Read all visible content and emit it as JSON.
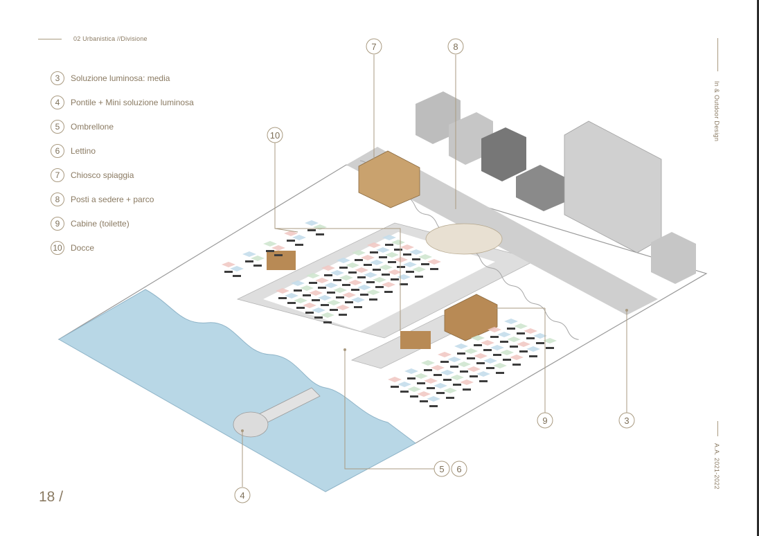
{
  "header": {
    "section_text": "02 Urbanistica //Divisione"
  },
  "legend": [
    {
      "num": "3",
      "label": "Soluzione luminosa: media"
    },
    {
      "num": "4",
      "label": "Pontile + Mini soluzione luminosa"
    },
    {
      "num": "5",
      "label": "Ombrellone"
    },
    {
      "num": "6",
      "label": "Lettino"
    },
    {
      "num": "7",
      "label": "Chiosco spiaggia"
    },
    {
      "num": "8",
      "label": "Posti a sedere + parco"
    },
    {
      "num": "9",
      "label": "Cabine (toilette)"
    },
    {
      "num": "10",
      "label": "Docce"
    }
  ],
  "callouts": {
    "c7": "7",
    "c8": "8",
    "c10": "10",
    "c9": "9",
    "c3": "3",
    "c4": "4",
    "c5": "5",
    "c6": "6"
  },
  "sidebar": {
    "top_label": "In & Outdoor Design",
    "bottom_label": "A.A. 2021-2022"
  },
  "footer": {
    "page_number": "18 /"
  },
  "colors": {
    "accent": "#8a7a62",
    "water": "#b8d7e6",
    "promenade": "#d4d4d4",
    "building": "#9a9a9a",
    "umbrella_pink": "#f1c9c4",
    "umbrella_blue": "#c4ddeb",
    "umbrella_green": "#cfe6cf",
    "wood": "#b88a55"
  }
}
